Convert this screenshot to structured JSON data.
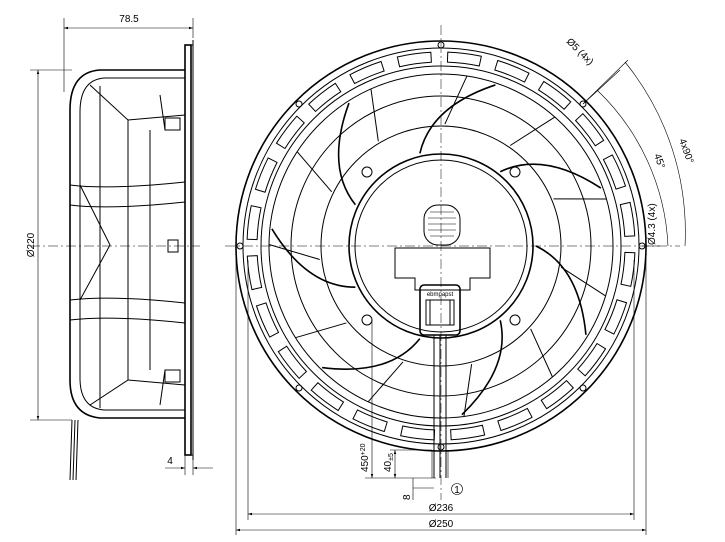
{
  "side_view": {
    "width_label": "78.5",
    "diameter_label": "Ø220",
    "flange_label": "4"
  },
  "front_view": {
    "hole_label": "Ø5 (4x)",
    "angle_label_1": "4x90°",
    "angle_label_2": "45°",
    "screw_label": "Ø4.3 (4x)",
    "cable_length_label": "450",
    "cable_length_tol": "+20",
    "strip_length_label": "40",
    "strip_length_tol": "±5",
    "cable_end_label": "8",
    "callout_label": "1",
    "inner_diameter_label": "Ø236",
    "outer_diameter_label": "Ø250",
    "logo_text": "ebmpapst"
  }
}
